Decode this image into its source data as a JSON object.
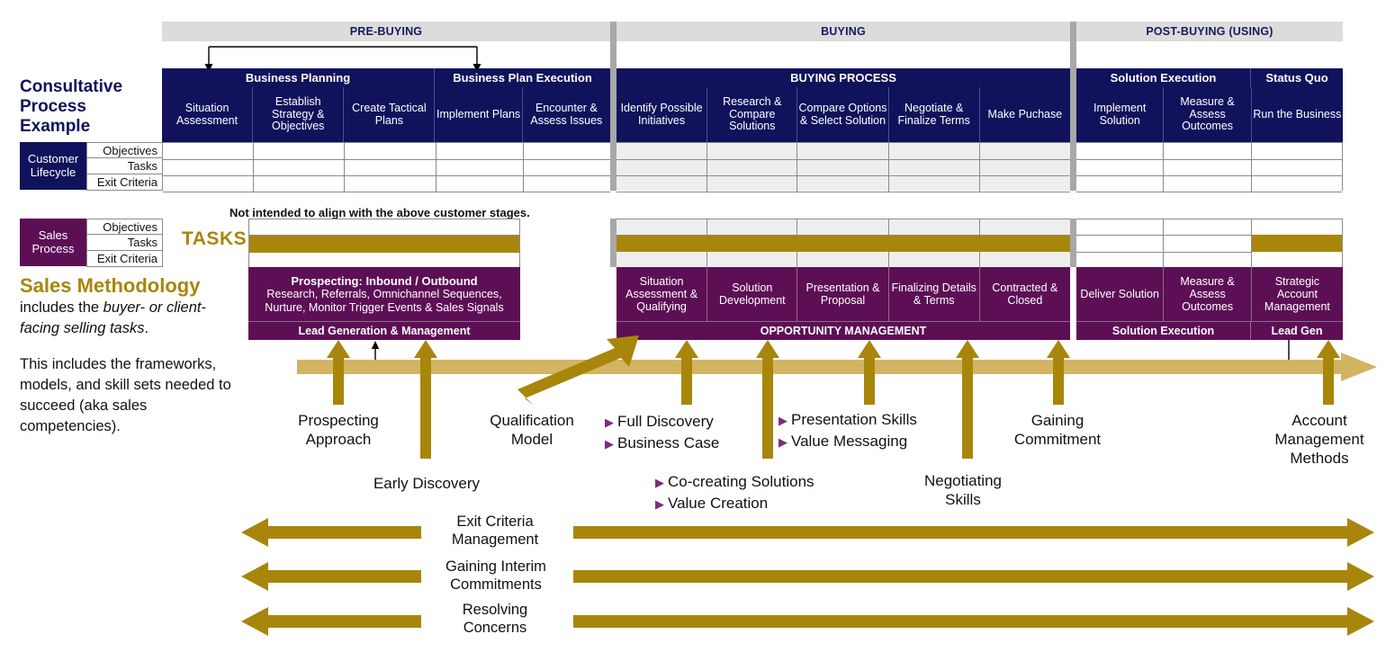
{
  "meta": {
    "colors": {
      "navy": "#10125c",
      "purple": "#5d0f56",
      "gold": "#a8860b",
      "gold_light": "#d3b463",
      "phase_band": "#dcdcdc",
      "grey_cell": "#eeeeee",
      "bullet_triangle": "#7b2d7b"
    }
  },
  "phases": [
    {
      "label": "PRE-BUYING"
    },
    {
      "label": "BUYING"
    },
    {
      "label": "POST-BUYING (USING)"
    }
  ],
  "left": {
    "consultative_title": "Consultative Process Example",
    "consultative_title_lines": [
      "Consultative",
      "Process",
      "Example"
    ],
    "customer_lifecycle_label": "Customer Lifecycle",
    "customer_lifecycle_lines": [
      "Customer",
      "Lifecycle"
    ],
    "sales_process_label": "Sales Process",
    "sales_process_lines": [
      "Sales",
      "Process"
    ],
    "row_labels": [
      "Objectives",
      "Tasks",
      "Exit Criteria"
    ],
    "tasks_label": "TASKS",
    "methodology": {
      "heading": "Sales Methodology",
      "line_1_plain": "includes the ",
      "line_1_italic": "buyer- or client-facing selling tasks",
      "line_1_end": ".",
      "paragraph_2": "This includes the frameworks, models, and skill sets needed to succeed (aka sales competencies)."
    }
  },
  "note": "Not intended to align with the above customer stages.",
  "customer_process": {
    "groups": [
      {
        "label": "Business Planning",
        "span": 3
      },
      {
        "label": "Business Plan Execution",
        "span": 2
      },
      {
        "label": "BUYING PROCESS",
        "span": 5
      },
      {
        "label": "Solution Execution",
        "span": 2
      },
      {
        "label": "Status Quo",
        "span": 1
      }
    ],
    "stages": [
      "Situation Assessment",
      "Establish Strategy & Objectives",
      "Create Tactical Plans",
      "Implement Plans",
      "Encounter & Assess Issues",
      "Identify Possible Initiatives",
      "Research & Compare Solutions",
      "Compare Options & Select Solution",
      "Negotiate & Finalize Terms",
      "Make Puchase",
      "Implement Solution",
      "Measure & Assess Outcomes",
      "Run the Business"
    ]
  },
  "sales_process": {
    "prospecting": {
      "title": "Prospecting: Inbound / Outbound",
      "detail_line_1": "Research, Referrals, Omnichannel Sequences,",
      "detail_line_2": "Nurture, Monitor Trigger Events & Sales Signals",
      "footer": "Lead Generation & Management"
    },
    "opportunity": {
      "stages": [
        "Situation Assessment & Qualifying",
        "Solution Development",
        "Presentation & Proposal",
        "Finalizing Details & Terms",
        "Contracted & Closed"
      ],
      "footer": "OPPORTUNITY MANAGEMENT"
    },
    "post": {
      "stages": [
        "Deliver Solution",
        "Measure & Assess Outcomes",
        "Strategic Account Management"
      ],
      "footers": [
        {
          "label": "Solution Execution",
          "span": 2
        },
        {
          "label": "Lead Gen",
          "span": 1
        }
      ]
    }
  },
  "competencies": [
    {
      "id": "prospecting-approach",
      "lines": [
        "Prospecting",
        "Approach"
      ],
      "style": "plain"
    },
    {
      "id": "early-discovery",
      "lines": [
        "Early Discovery"
      ],
      "style": "plain"
    },
    {
      "id": "qualification-model",
      "lines": [
        "Qualification",
        "Model"
      ],
      "style": "plain"
    },
    {
      "id": "discovery-business-case",
      "lines": [
        "Full Discovery",
        "Business Case"
      ],
      "style": "bullets"
    },
    {
      "id": "co-creating-value",
      "lines": [
        "Co-creating Solutions",
        "Value Creation"
      ],
      "style": "bullets"
    },
    {
      "id": "presentation-value-messaging",
      "lines": [
        "Presentation Skills",
        "Value Messaging"
      ],
      "style": "bullets"
    },
    {
      "id": "negotiating-skills",
      "lines": [
        "Negotiating",
        "Skills"
      ],
      "style": "plain"
    },
    {
      "id": "gaining-commitment",
      "lines": [
        "Gaining",
        "Commitment"
      ],
      "style": "plain"
    },
    {
      "id": "account-management-methods",
      "lines": [
        "Account",
        "Management",
        "Methods"
      ],
      "style": "plain"
    }
  ],
  "continuous_skills": [
    {
      "id": "exit-criteria-management",
      "lines": [
        "Exit Criteria",
        "Management"
      ]
    },
    {
      "id": "gaining-interim-commitments",
      "lines": [
        "Gaining Interim",
        "Commitments"
      ]
    },
    {
      "id": "resolving-concerns",
      "lines": [
        "Resolving",
        "Concerns"
      ]
    }
  ]
}
